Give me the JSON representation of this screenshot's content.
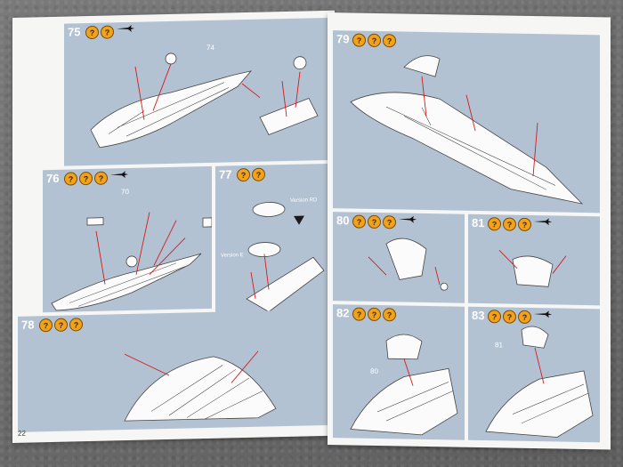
{
  "pages": {
    "left_page_number": "22"
  },
  "steps": [
    {
      "number": "75",
      "part_label": "74",
      "icons": [
        "?",
        "?"
      ]
    },
    {
      "number": "76",
      "part_label": "70",
      "icons": [
        "?",
        "?",
        "?"
      ]
    },
    {
      "number": "77",
      "icons": [
        "?",
        "?"
      ],
      "variant_rd": "Version RD",
      "variant_e": "Version E"
    },
    {
      "number": "78",
      "icons": [
        "?",
        "?",
        "?"
      ]
    },
    {
      "number": "79",
      "icons": [
        "?",
        "?",
        "?"
      ]
    },
    {
      "number": "80",
      "icons": [
        "?",
        "?",
        "?"
      ]
    },
    {
      "number": "81",
      "icons": [
        "?",
        "?",
        "?"
      ]
    },
    {
      "number": "82",
      "part_label": "80",
      "icons": [
        "?",
        "?",
        "?"
      ]
    },
    {
      "number": "83",
      "part_label": "81",
      "icons": [
        "?",
        "?",
        "?"
      ]
    }
  ],
  "colors": {
    "panel": "#b3c2d3",
    "icon": "#f1a21c",
    "red_guide": "#d41a1a"
  }
}
